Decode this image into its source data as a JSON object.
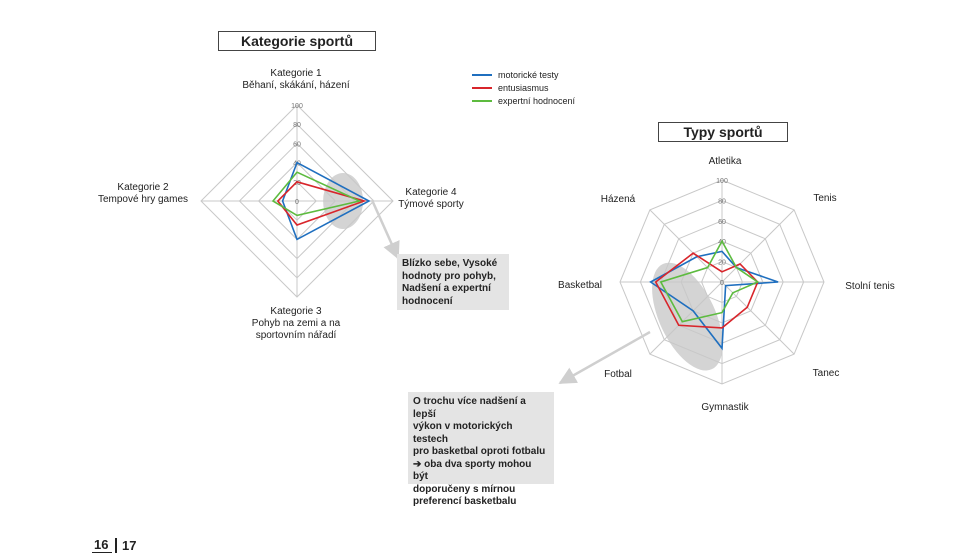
{
  "chart_data": [
    {
      "type": "radar",
      "title": "Kategorie sportů",
      "axes": [
        "Kategorie 1\nBěhaní, skákání, házení",
        "Kategorie 4\nTýmové sporty",
        "Kategorie 3\nPohyb na zemi a na\nsportovním nářadí",
        "Kategorie 2\nTempové hry games"
      ],
      "rlim": [
        0,
        100
      ],
      "ticks": [
        "100",
        "80",
        "60",
        "40",
        "20",
        "0"
      ],
      "series": [
        {
          "name": "motorické testy",
          "color": "#1f6fbf",
          "values": [
            40,
            75,
            40,
            15
          ]
        },
        {
          "name": "entusiasmus",
          "color": "#d8252b",
          "values": [
            20,
            70,
            25,
            20
          ]
        },
        {
          "name": "expertní hodnocení",
          "color": "#5dbb3f",
          "values": [
            30,
            65,
            15,
            25
          ]
        }
      ],
      "highlight": {
        "axis": 1
      }
    },
    {
      "type": "radar",
      "title": "Typy sportů",
      "axes": [
        "Atletika",
        "Tenis",
        "Stolní tenis",
        "Tanec",
        "Gymnastik",
        "Fotbal",
        "Basketbal",
        "Házená"
      ],
      "rlim": [
        0,
        100
      ],
      "ticks": [
        "100",
        "80",
        "60",
        "40",
        "20",
        "0"
      ],
      "series": [
        {
          "name": "motorické testy",
          "color": "#1f6fbf",
          "values": [
            30,
            20,
            55,
            5,
            65,
            40,
            70,
            35
          ]
        },
        {
          "name": "entusiasmus",
          "color": "#d8252b",
          "values": [
            10,
            25,
            35,
            35,
            45,
            60,
            65,
            40
          ]
        },
        {
          "name": "expertní hodnocení",
          "color": "#5dbb3f",
          "values": [
            40,
            20,
            35,
            15,
            30,
            55,
            60,
            20
          ]
        }
      ],
      "highlight": {
        "axis": 5
      }
    }
  ],
  "legend": [
    "motorické testy",
    "entusiasmus",
    "expertní hodnocení"
  ],
  "notes": {
    "note1": "Blízko sebe, Vysoké\nhodnoty pro pohyb,\nNadšení a expertní\nhodnocení",
    "note2": "O trochu více nadšení a lepší\nvýkon v motorických testech\npro basketbal oproti fotbalu\n➔ oba dva sporty mohou být\ndoporučeny s mírnou\npreferencí basketbalu"
  },
  "page": {
    "left": "16",
    "right": "17"
  }
}
